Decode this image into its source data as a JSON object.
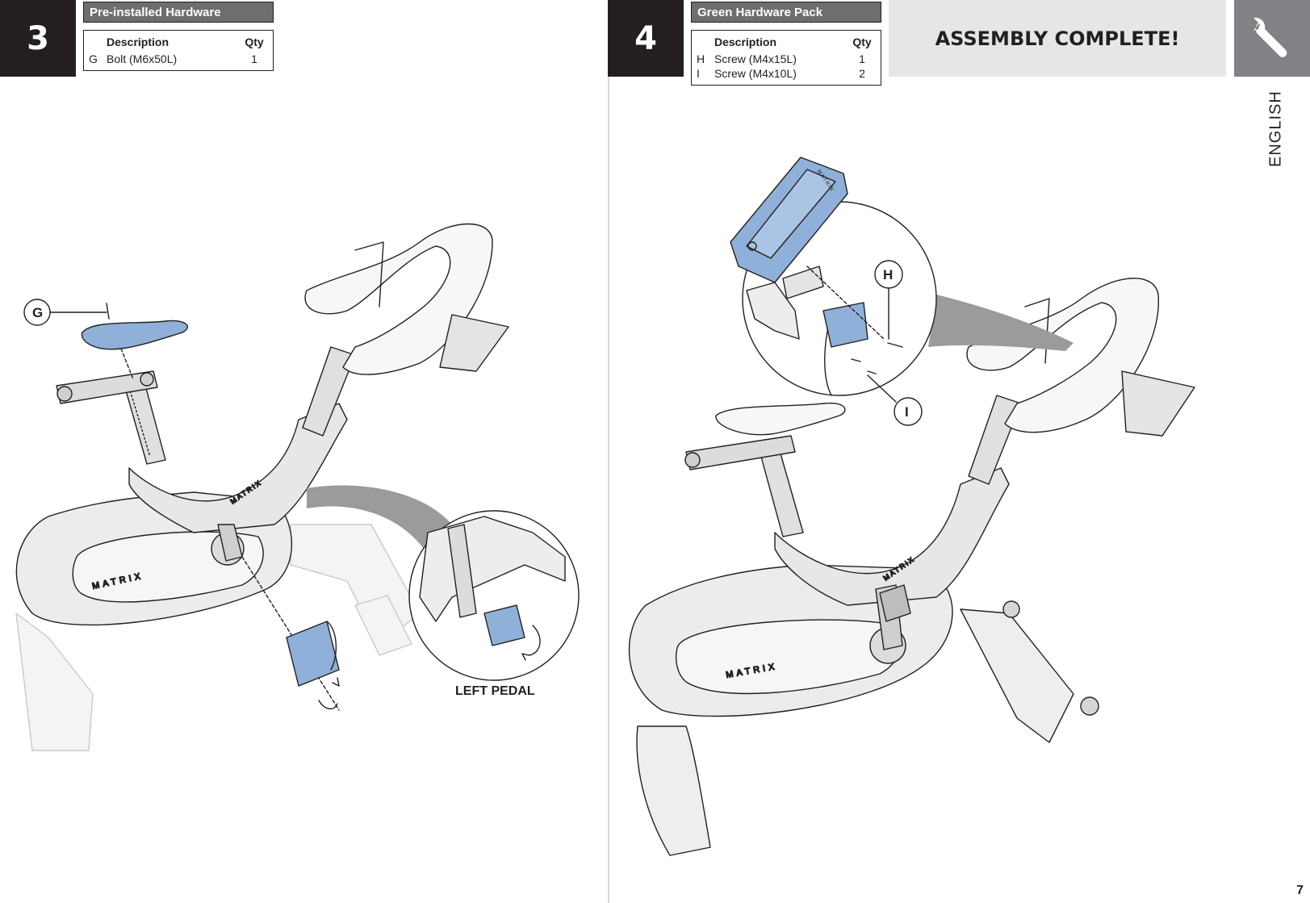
{
  "step3": {
    "number": "3",
    "hardware_title": "Pre-installed Hardware",
    "col_description": "Description",
    "col_qty": "Qty",
    "items": [
      {
        "key": "G",
        "description": "Bolt (M6x50L)",
        "qty": "1"
      }
    ],
    "callout_g": "G",
    "left_pedal_label": "LEFT PEDAL"
  },
  "step4": {
    "number": "4",
    "hardware_title": "Green Hardware Pack",
    "col_description": "Description",
    "col_qty": "Qty",
    "items": [
      {
        "key": "H",
        "description": "Screw (M4x15L)",
        "qty": "1"
      },
      {
        "key": "I",
        "description": "Screw (M4x10L)",
        "qty": "2"
      }
    ],
    "callout_h": "H",
    "callout_i": "I",
    "assembly_complete": "ASSEMBLY COMPLETE!"
  },
  "sidebar": {
    "language": "ENGLISH",
    "icon": "wrench-icon"
  },
  "brand_text": "MATRIX",
  "page_number": "7",
  "colors": {
    "highlight_part": "#8fb0d8",
    "dark_box": "#231f20",
    "header_gray": "#6d6e70",
    "complete_bg": "#e6e6e6",
    "tab_gray": "#808285"
  }
}
